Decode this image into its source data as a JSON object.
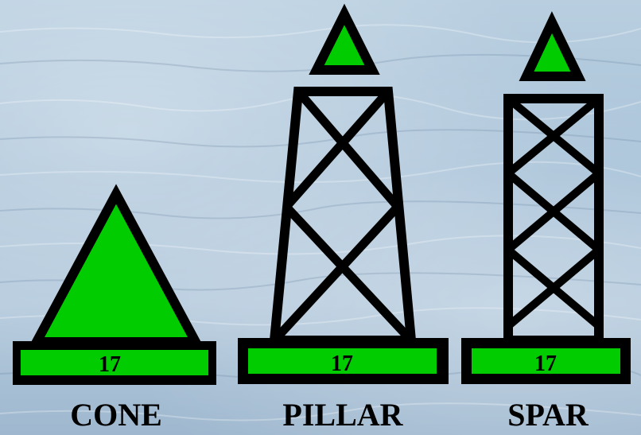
{
  "buoys": [
    {
      "id": "cone",
      "label": "CONE",
      "number": "17"
    },
    {
      "id": "pillar",
      "label": "PILLAR",
      "number": "17"
    },
    {
      "id": "spar",
      "label": "SPAR",
      "number": "17"
    }
  ],
  "colors": {
    "fill": "#00cc00",
    "outline": "#000000",
    "water": "#a8c2d8"
  }
}
